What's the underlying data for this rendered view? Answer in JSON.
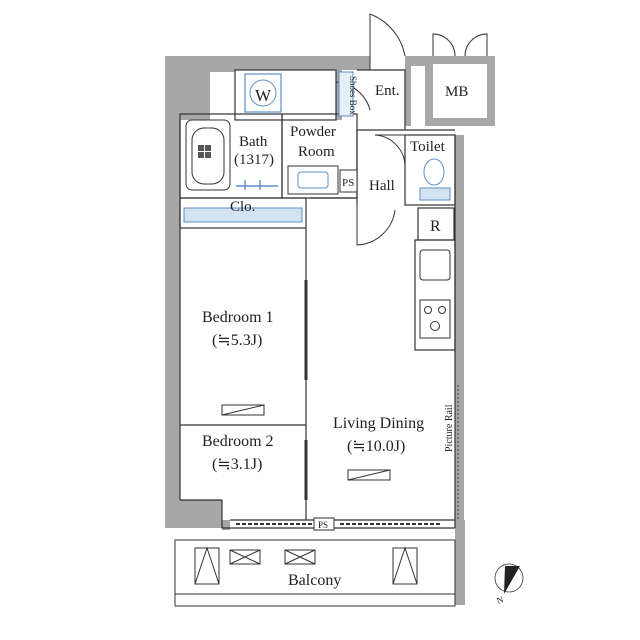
{
  "rooms": {
    "ent": "Ent.",
    "mb": "MB",
    "shoes_box": "Shoes Box",
    "washer": "W",
    "bath": "Bath",
    "bath_size": "(1317)",
    "powder_line1": "Powder",
    "powder_line2": "Room",
    "ps_top": "PS",
    "hall": "Hall",
    "toilet": "Toilet",
    "clo": "Clo.",
    "refrigerator": "R",
    "bedroom1": "Bedroom 1",
    "bedroom1_size": "(≒5.3J)",
    "bedroom2": "Bedroom 2",
    "bedroom2_size": "(≒3.1J)",
    "living": "Living Dining",
    "living_size": "(≒10.0J)",
    "picture_rail": "Picture Rail",
    "ps_bottom": "PS",
    "balcony": "Balcony"
  },
  "compass": {
    "label": "N"
  },
  "colors": {
    "wall": "#a7a7a7",
    "fixture_blue": "#5b8fc7",
    "closet_fill": "#d3e3f1",
    "line": "#333333"
  }
}
